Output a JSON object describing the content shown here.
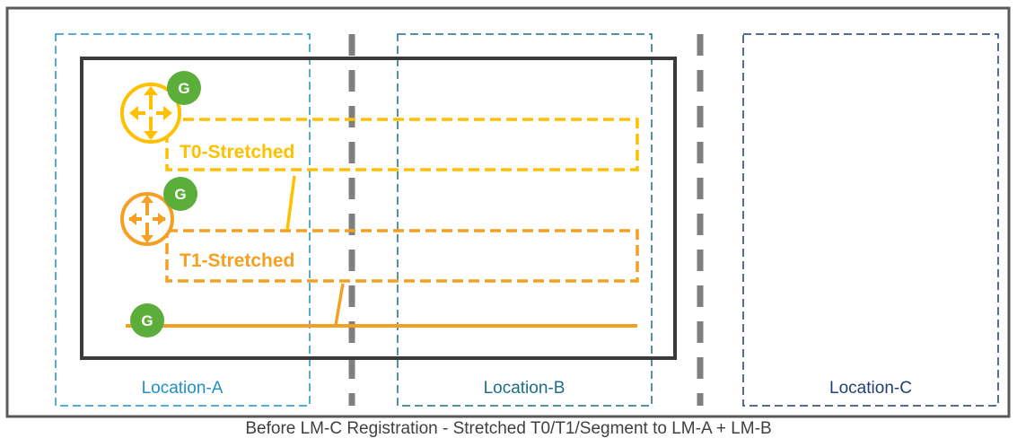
{
  "locations": [
    {
      "label": "Location-A",
      "color": "#1e90c8"
    },
    {
      "label": "Location-B",
      "color": "#1b6e86"
    },
    {
      "label": "Location-C",
      "color": "#1f3f73"
    }
  ],
  "t0": {
    "label": "T0-Stretched",
    "color": "#ffc000"
  },
  "t1": {
    "label": "T1-Stretched",
    "color": "#f5a023"
  },
  "badge": {
    "letter": "G",
    "color": "#5cae3a"
  },
  "caption": "Before LM-C Registration - Stretched T0/T1/Segment to LM-A + LM-B"
}
